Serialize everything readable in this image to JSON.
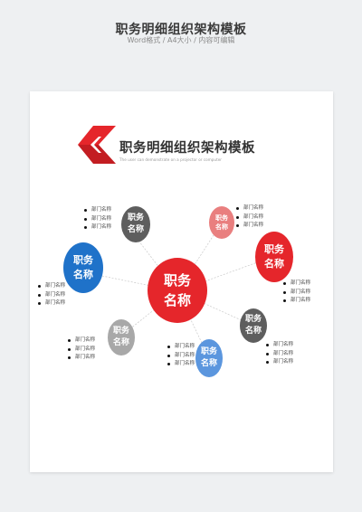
{
  "header": {
    "title": "职务明细组织架构模板",
    "subtitle": "Word格式 / A4大小 / 内容可编辑"
  },
  "document": {
    "title": "职务明细组织架构模板",
    "subtitle": "The user can demonstrate on a projector or computer"
  },
  "colors": {
    "red": "#e5262b",
    "blue": "#1f72c9",
    "light_blue": "#5b96de",
    "dark_gray": "#5e5e5e",
    "light_gray": "#a8a8a8",
    "pink": "#e97f7f"
  },
  "center": {
    "line1": "职务",
    "line2": "名称"
  },
  "nodes": [
    {
      "id": "top-dark",
      "line1": "职务",
      "line2": "名称",
      "items": [
        "部门名称",
        "部门名称",
        "部门名称"
      ]
    },
    {
      "id": "top-pink",
      "line1": "职务",
      "line2": "名称",
      "items": [
        "部门名称",
        "部门名称",
        "部门名称"
      ]
    },
    {
      "id": "left-blue",
      "line1": "职务",
      "line2": "名称",
      "items": [
        "部门名称",
        "部门名称",
        "部门名称"
      ]
    },
    {
      "id": "right-red",
      "line1": "职务",
      "line2": "名称",
      "items": [
        "部门名称",
        "部门名称",
        "部门名称"
      ]
    },
    {
      "id": "lower-gray",
      "line1": "职务",
      "line2": "名称",
      "items": [
        "部门名称",
        "部门名称",
        "部门名称"
      ]
    },
    {
      "id": "bottom-blue",
      "line1": "职务",
      "line2": "名称",
      "items": [
        "部门名称",
        "部门名称",
        "部门名称"
      ]
    },
    {
      "id": "right-dark",
      "line1": "职务",
      "line2": "名称",
      "items": [
        "部门名称",
        "部门名称",
        "部门名称"
      ]
    }
  ]
}
